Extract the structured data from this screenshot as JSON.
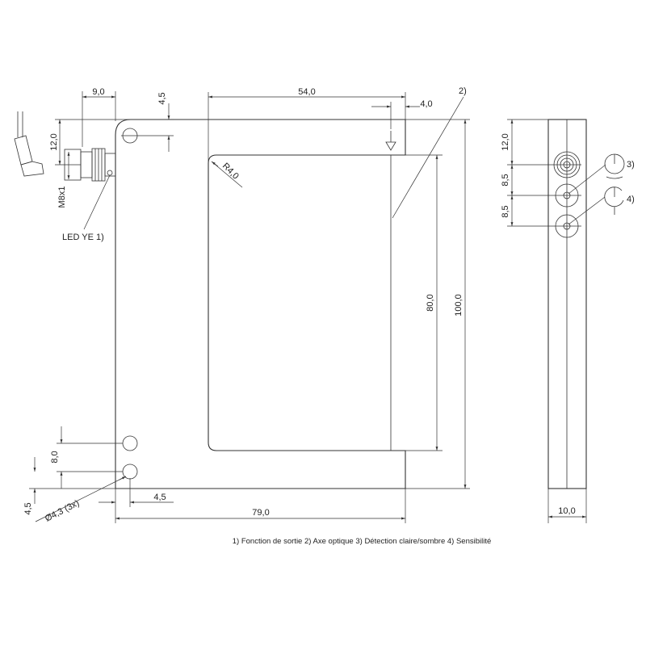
{
  "colors": {
    "line": "#333333",
    "text": "#222222",
    "background": "#ffffff"
  },
  "dimensions": {
    "top_9": "9,0",
    "top_4_5": "4,5",
    "top_54": "54,0",
    "top_4": "4,0",
    "left_12": "12,0",
    "left_m8": "M8x1",
    "radius": "R4,0",
    "height_80": "80,0",
    "height_100": "100,0",
    "bottom_8": "8,0",
    "bottom_4_5_v": "4,5",
    "bottom_4_5_h": "4,5",
    "hole_diameter": "Ø4,3 (3x)",
    "width_79": "79,0",
    "side_12": "12,0",
    "side_8_5_a": "8,5",
    "side_8_5_b": "8,5",
    "side_width_10": "10,0"
  },
  "callouts": {
    "led": "LED YE 1)",
    "optical_axis": "2)",
    "detection_switch": "3)",
    "sensitivity_pot": "4)"
  },
  "legend": "1) Fonction de sortie  2) Axe optique  3) Détection claire/sombre  4) Sensibilité"
}
